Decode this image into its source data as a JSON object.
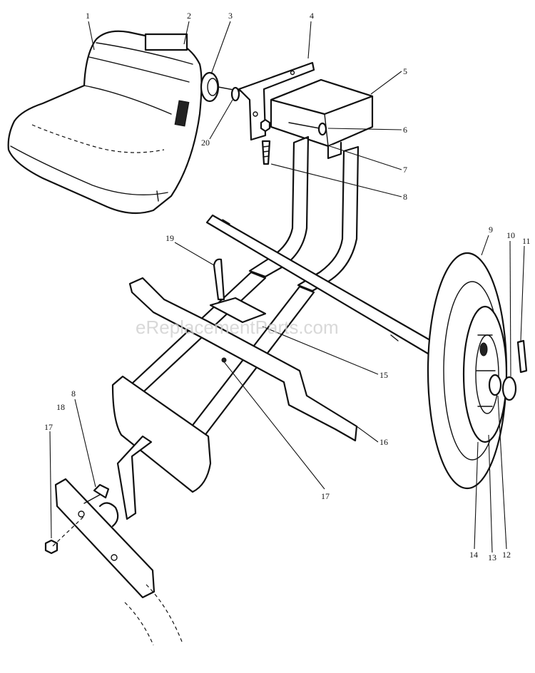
{
  "watermark": "eReplacementParts.com",
  "callouts": {
    "c1": "1",
    "c2": "2",
    "c3": "3",
    "c4": "4",
    "c5": "5",
    "c6": "6",
    "c7": "7",
    "c8a": "8",
    "c8b": "8",
    "c9": "9",
    "c10": "10",
    "c11": "11",
    "c12": "12",
    "c13": "13",
    "c14": "14",
    "c15": "15",
    "c16": "16",
    "c17a": "17",
    "c17b": "17",
    "c18": "18",
    "c19": "19",
    "c20": "20"
  }
}
